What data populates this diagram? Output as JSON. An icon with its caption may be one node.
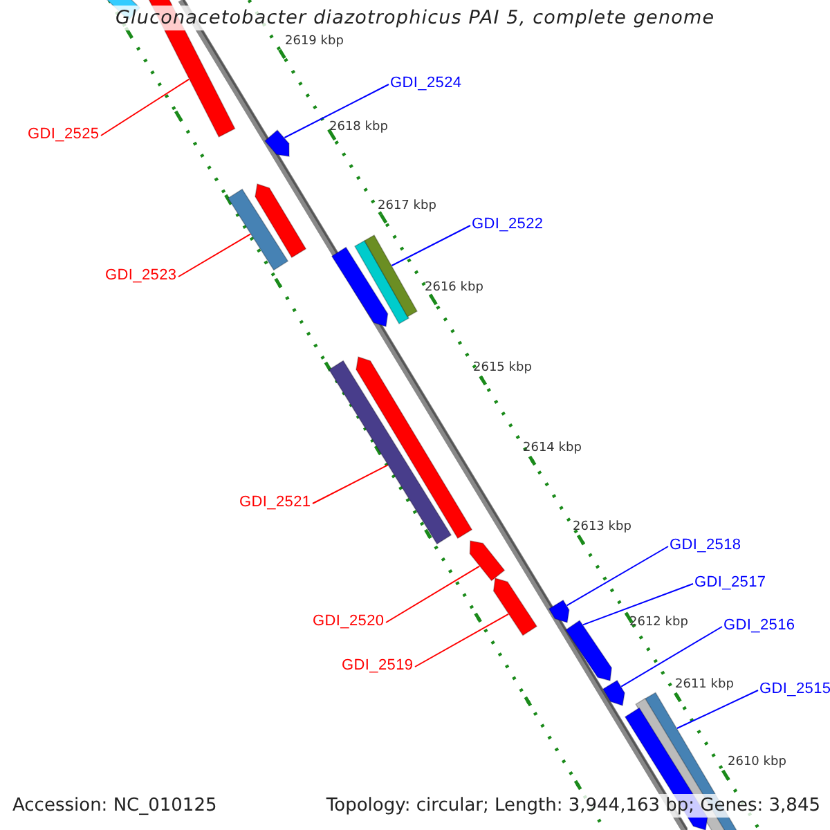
{
  "diagram": {
    "title": "Gluconacetobacter diazotrophicus PAI 5, complete genome",
    "nodes": [
      {
        "text": [
          "GDI_2525"
        ]
      },
      {
        "text": [
          "GDI_2524"
        ]
      },
      {
        "text": [
          "GDI_2523"
        ]
      },
      {
        "text": [
          "GDI_2522"
        ]
      },
      {
        "text": [
          "GDI_2521"
        ]
      },
      {
        "text": [
          "GDI_2520"
        ]
      },
      {
        "text": [
          "GDI_2519"
        ]
      },
      {
        "text": [
          "GDI_2518"
        ]
      },
      {
        "text": [
          "GDI_2517"
        ]
      },
      {
        "text": [
          "GDI_2516"
        ]
      },
      {
        "text": [
          "GDI_2515"
        ]
      },
      {
        "text": [],
        "shape": "bar"
      },
      {
        "text": [],
        "shape": "bar"
      },
      {
        "text": [],
        "shape": "bar"
      },
      {
        "text": [],
        "shape": "bar"
      },
      {
        "text": [],
        "shape": "bar"
      },
      {
        "text": [],
        "shape": "bar"
      },
      {
        "text": [],
        "shape": "bar"
      },
      {
        "text": [],
        "shape": "bar"
      },
      {
        "text": [],
        "shape": "bar"
      },
      {
        "text": [],
        "shape": "bar"
      },
      {
        "text": [],
        "shape": "bar"
      },
      {
        "text": [],
        "shape": "bar"
      },
      {
        "text": [],
        "shape": "bar"
      },
      {
        "text": [],
        "shape": "bar"
      },
      {
        "text": [],
        "shape": "bar"
      },
      {
        "text": [],
        "shape": "bar"
      },
      {
        "text": [],
        "shape": "bar"
      },
      {
        "text": [],
        "shape": "bar"
      }
    ],
    "edges": [
      {
        "from": 0,
        "to": 12,
        "arrow": "none",
        "color": "#ff0000"
      },
      {
        "from": 1,
        "to": 13,
        "arrow": "none",
        "color": "#0000ff"
      },
      {
        "from": 2,
        "to": 15,
        "arrow": "none",
        "color": "#ff0000"
      },
      {
        "from": 3,
        "to": 18,
        "arrow": "none",
        "color": "#0000ff"
      },
      {
        "from": 4,
        "to": 20,
        "arrow": "none",
        "color": "#ff0000"
      },
      {
        "from": 5,
        "to": 21,
        "arrow": "none",
        "color": "#ff0000"
      },
      {
        "from": 6,
        "to": 22,
        "arrow": "none",
        "color": "#ff0000"
      },
      {
        "from": 7,
        "to": 23,
        "arrow": "none",
        "color": "#0000ff"
      },
      {
        "from": 8,
        "to": 24,
        "arrow": "none",
        "color": "#0000ff"
      },
      {
        "from": 9,
        "to": 25,
        "arrow": "none",
        "color": "#0000ff"
      },
      {
        "from": 10,
        "to": 26,
        "arrow": "none",
        "color": "#0000ff"
      }
    ],
    "labels": [
      "2619 kbp",
      "2618 kbp",
      "2617 kbp",
      "2616 kbp",
      "2615 kbp",
      "2614 kbp",
      "2613 kbp",
      "2612 kbp",
      "2611 kbp",
      "2610 kbp",
      "Accession: NC_010125",
      "Topology: circular; Length: 3,944,163 bp; Genes: 3,845"
    ]
  }
}
